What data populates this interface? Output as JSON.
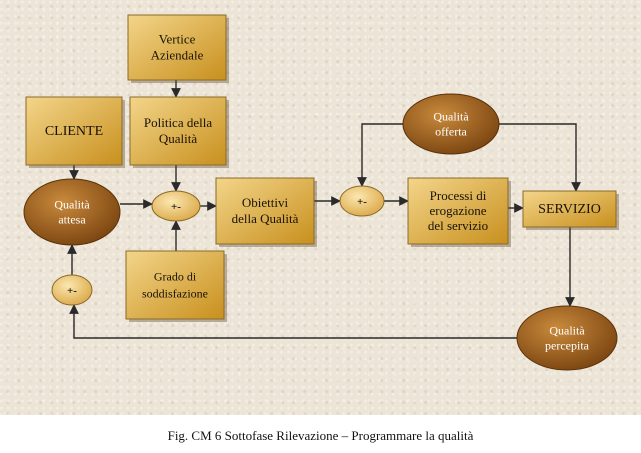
{
  "diagram": {
    "nodes": {
      "vertice": {
        "lines": [
          "Vertice",
          "Aziendale"
        ]
      },
      "politica": {
        "lines": [
          "Politica della",
          "Qualità"
        ]
      },
      "cliente": {
        "lines": [
          "CLIENTE"
        ]
      },
      "qualita_attesa": {
        "lines": [
          "Qualità",
          "attesa"
        ]
      },
      "op_left": {
        "lines": [
          "+-"
        ]
      },
      "grado": {
        "lines": [
          "Grado di",
          "soddisfazione"
        ]
      },
      "op_bottom": {
        "lines": [
          "+-"
        ]
      },
      "obiettivi": {
        "lines": [
          "Obiettivi",
          "della Qualità"
        ]
      },
      "op_right": {
        "lines": [
          "+-"
        ]
      },
      "qualita_offerta": {
        "lines": [
          "Qualità",
          "offerta"
        ]
      },
      "processi": {
        "lines": [
          "Processi di",
          "erogazione",
          "del servizio"
        ]
      },
      "servizio": {
        "lines": [
          "SERVIZIO"
        ]
      },
      "qualita_percepita": {
        "lines": [
          "Qualità",
          "percepita"
        ]
      }
    },
    "edges": [
      {
        "from": "vertice",
        "to": "politica"
      },
      {
        "from": "politica",
        "to": "op_left"
      },
      {
        "from": "cliente",
        "to": "qualita_attesa"
      },
      {
        "from": "qualita_attesa",
        "to": "op_left"
      },
      {
        "from": "grado",
        "to": "op_left"
      },
      {
        "from": "op_left",
        "to": "obiettivi"
      },
      {
        "from": "obiettivi",
        "to": "op_right"
      },
      {
        "from": "qualita_offerta",
        "to": "op_right"
      },
      {
        "from": "op_right",
        "to": "processi"
      },
      {
        "from": "processi",
        "to": "servizio"
      },
      {
        "from": "qualita_offerta",
        "to": "servizio"
      },
      {
        "from": "servizio",
        "to": "qualita_percepita"
      },
      {
        "from": "qualita_percepita",
        "to": "op_bottom"
      },
      {
        "from": "op_bottom",
        "to": "qualita_attesa"
      }
    ],
    "colors": {
      "box_light": "#f3d58a",
      "box_dark": "#c8901e",
      "oval_light": "#c98a3c",
      "oval_dark": "#7a4410",
      "edge": "#2a2a2a"
    }
  },
  "caption": "Fig. CM 6 Sottofase Rilevazione – Programmare la qualità"
}
